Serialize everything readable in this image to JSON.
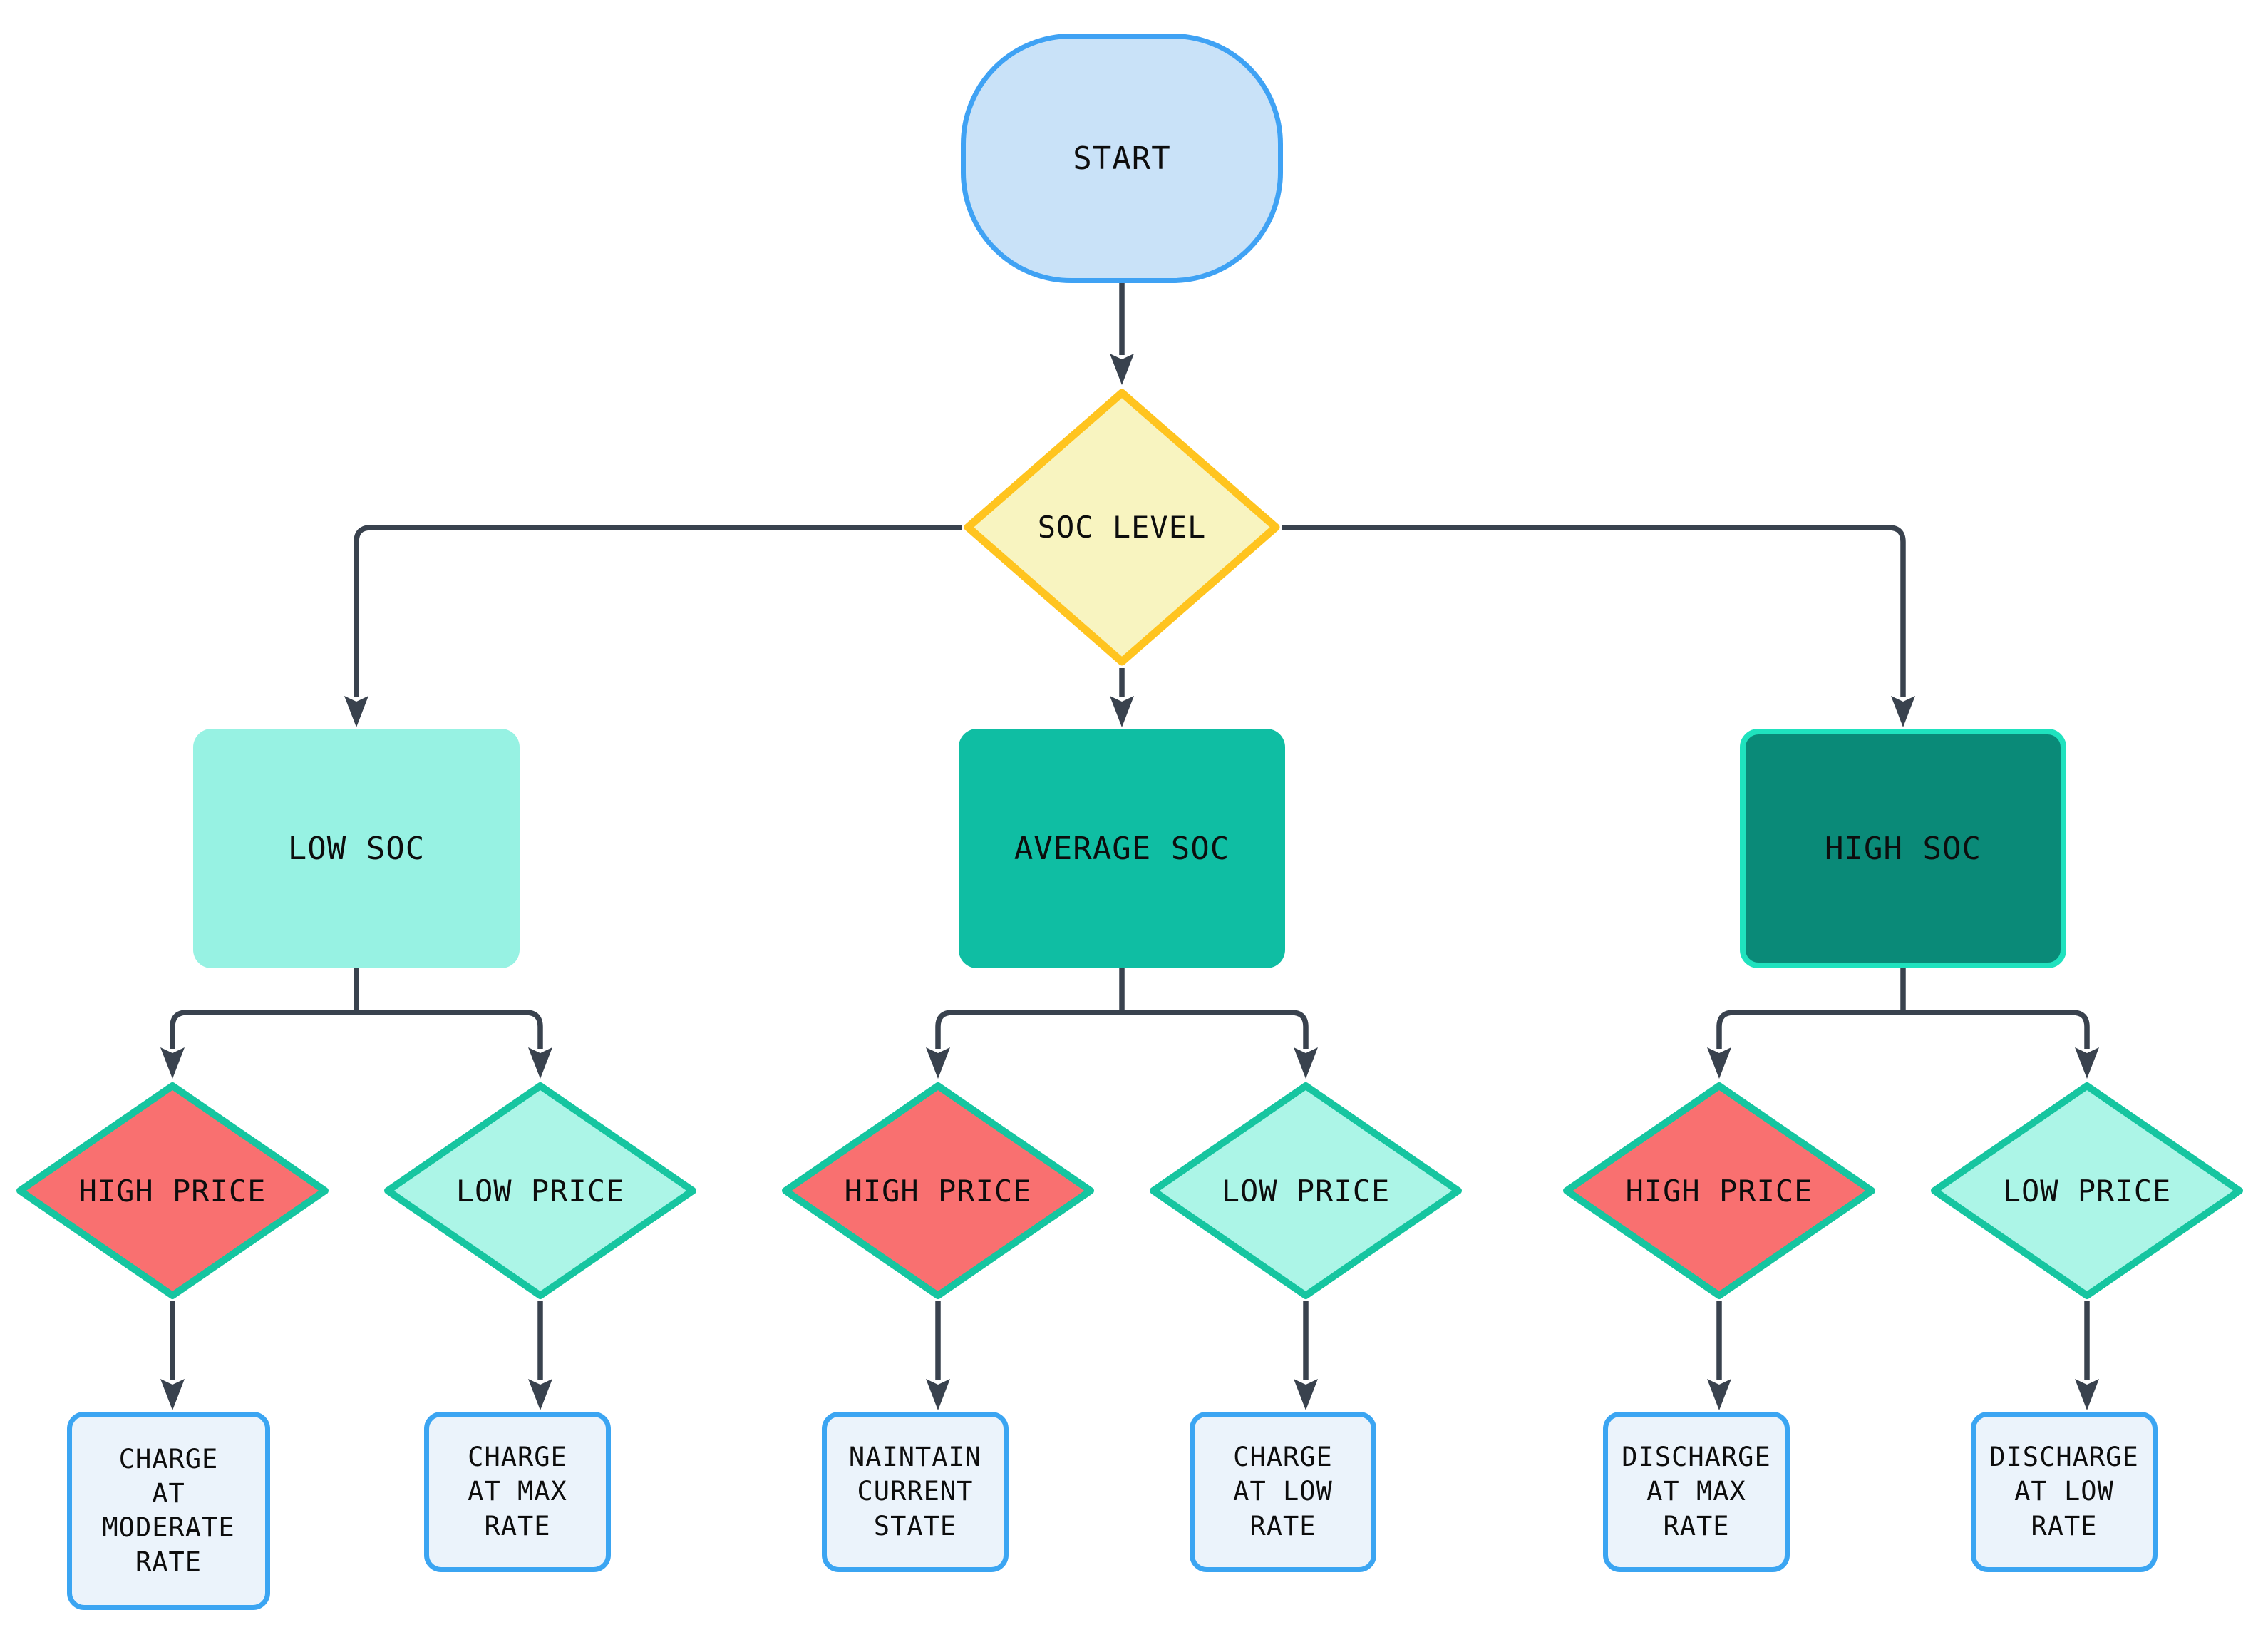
{
  "theme": {
    "canvas_bg": "#FFFFFF",
    "connector": "#39424E",
    "text": "#0D0D0D",
    "start_fill": "#C9E2F8",
    "start_stroke": "#3FA2F4",
    "decision_fill": "#F8F4C0",
    "decision_stroke": "#FFC41F",
    "low_soc_fill": "#97F2E3",
    "average_soc_fill": "#0FBEA3",
    "high_soc_fill": "#0A8A78",
    "high_soc_stroke": "#1FE2BE",
    "high_price_fill": "#F97070",
    "price_stroke": "#16C5A0",
    "low_price_fill": "#ACF5E7",
    "action_fill": "#EBF3FB",
    "action_stroke": "#3BA5F2"
  },
  "nodes": {
    "start": {
      "label": "START"
    },
    "decision": {
      "label": "SOC LEVEL"
    },
    "soc": [
      {
        "label": "LOW SOC"
      },
      {
        "label": "AVERAGE SOC"
      },
      {
        "label": "HIGH SOC"
      }
    ],
    "price": [
      {
        "label": "HIGH PRICE"
      },
      {
        "label": "LOW PRICE"
      },
      {
        "label": "HIGH PRICE"
      },
      {
        "label": "LOW PRICE"
      },
      {
        "label": "HIGH PRICE"
      },
      {
        "label": "LOW PRICE"
      }
    ],
    "actions": [
      {
        "label": "CHARGE\nAT\nMODERATE\nRATE"
      },
      {
        "label": "CHARGE\nAT MAX\nRATE"
      },
      {
        "label": "NAINTAIN\nCURRENT\nSTATE"
      },
      {
        "label": "CHARGE\nAT LOW\nRATE"
      },
      {
        "label": "DISCHARGE\nAT MAX\nRATE"
      },
      {
        "label": "DISCHARGE\nAT LOW\nRATE"
      }
    ]
  },
  "edges": [
    {
      "from": "START",
      "to": "SOC LEVEL"
    },
    {
      "from": "SOC LEVEL",
      "to": "LOW SOC"
    },
    {
      "from": "SOC LEVEL",
      "to": "AVERAGE SOC"
    },
    {
      "from": "SOC LEVEL",
      "to": "HIGH SOC"
    },
    {
      "from": "LOW SOC",
      "to": "HIGH PRICE"
    },
    {
      "from": "LOW SOC",
      "to": "LOW PRICE"
    },
    {
      "from": "AVERAGE SOC",
      "to": "HIGH PRICE"
    },
    {
      "from": "AVERAGE SOC",
      "to": "LOW PRICE"
    },
    {
      "from": "HIGH SOC",
      "to": "HIGH PRICE"
    },
    {
      "from": "HIGH SOC",
      "to": "LOW PRICE"
    },
    {
      "from": "HIGH PRICE (LOW SOC)",
      "to": "CHARGE AT MODERATE RATE"
    },
    {
      "from": "LOW PRICE (LOW SOC)",
      "to": "CHARGE AT MAX RATE"
    },
    {
      "from": "HIGH PRICE (AVERAGE SOC)",
      "to": "NAINTAIN CURRENT STATE"
    },
    {
      "from": "LOW PRICE (AVERAGE SOC)",
      "to": "CHARGE AT LOW RATE"
    },
    {
      "from": "HIGH PRICE (HIGH SOC)",
      "to": "DISCHARGE AT MAX RATE"
    },
    {
      "from": "LOW PRICE (HIGH SOC)",
      "to": "DISCHARGE AT LOW RATE"
    }
  ]
}
